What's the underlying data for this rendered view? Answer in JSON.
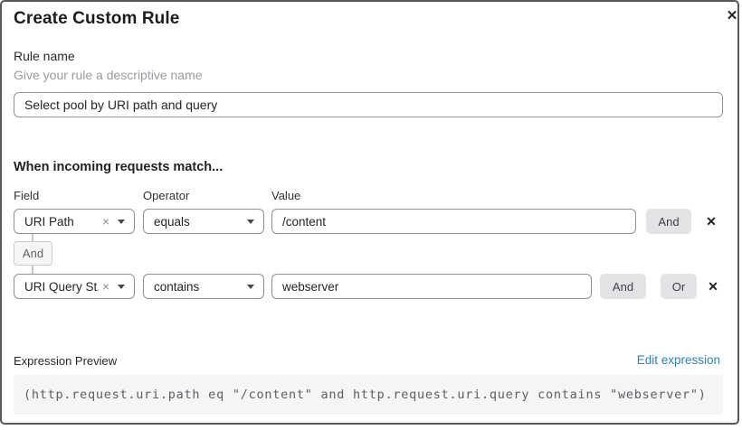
{
  "dialog": {
    "title": "Create Custom Rule"
  },
  "icons": {
    "close": "✕",
    "remove": "✕",
    "clear": "×"
  },
  "rule_name": {
    "label": "Rule name",
    "hint": "Give your rule a descriptive name",
    "value": "Select pool by URI path and query"
  },
  "match": {
    "heading": "When incoming requests match...",
    "columns": {
      "field": "Field",
      "operator": "Operator",
      "value": "Value"
    },
    "connector": "And",
    "rows": [
      {
        "field": "URI Path",
        "operator": "equals",
        "value": "/content",
        "and_label": "And"
      },
      {
        "field": "URI Query St...",
        "operator": "contains",
        "value": "webserver",
        "and_label": "And",
        "or_label": "Or"
      }
    ]
  },
  "expression": {
    "label": "Expression Preview",
    "edit_link": "Edit expression",
    "code": "(http.request.uri.path eq \"/content\" and http.request.uri.query contains \"webserver\")"
  },
  "colors": {
    "link_blue": "#2f80b9",
    "button_gray": "#e3e3e5",
    "border_gray": "#8f9097",
    "dialog_border": "#54575b"
  }
}
